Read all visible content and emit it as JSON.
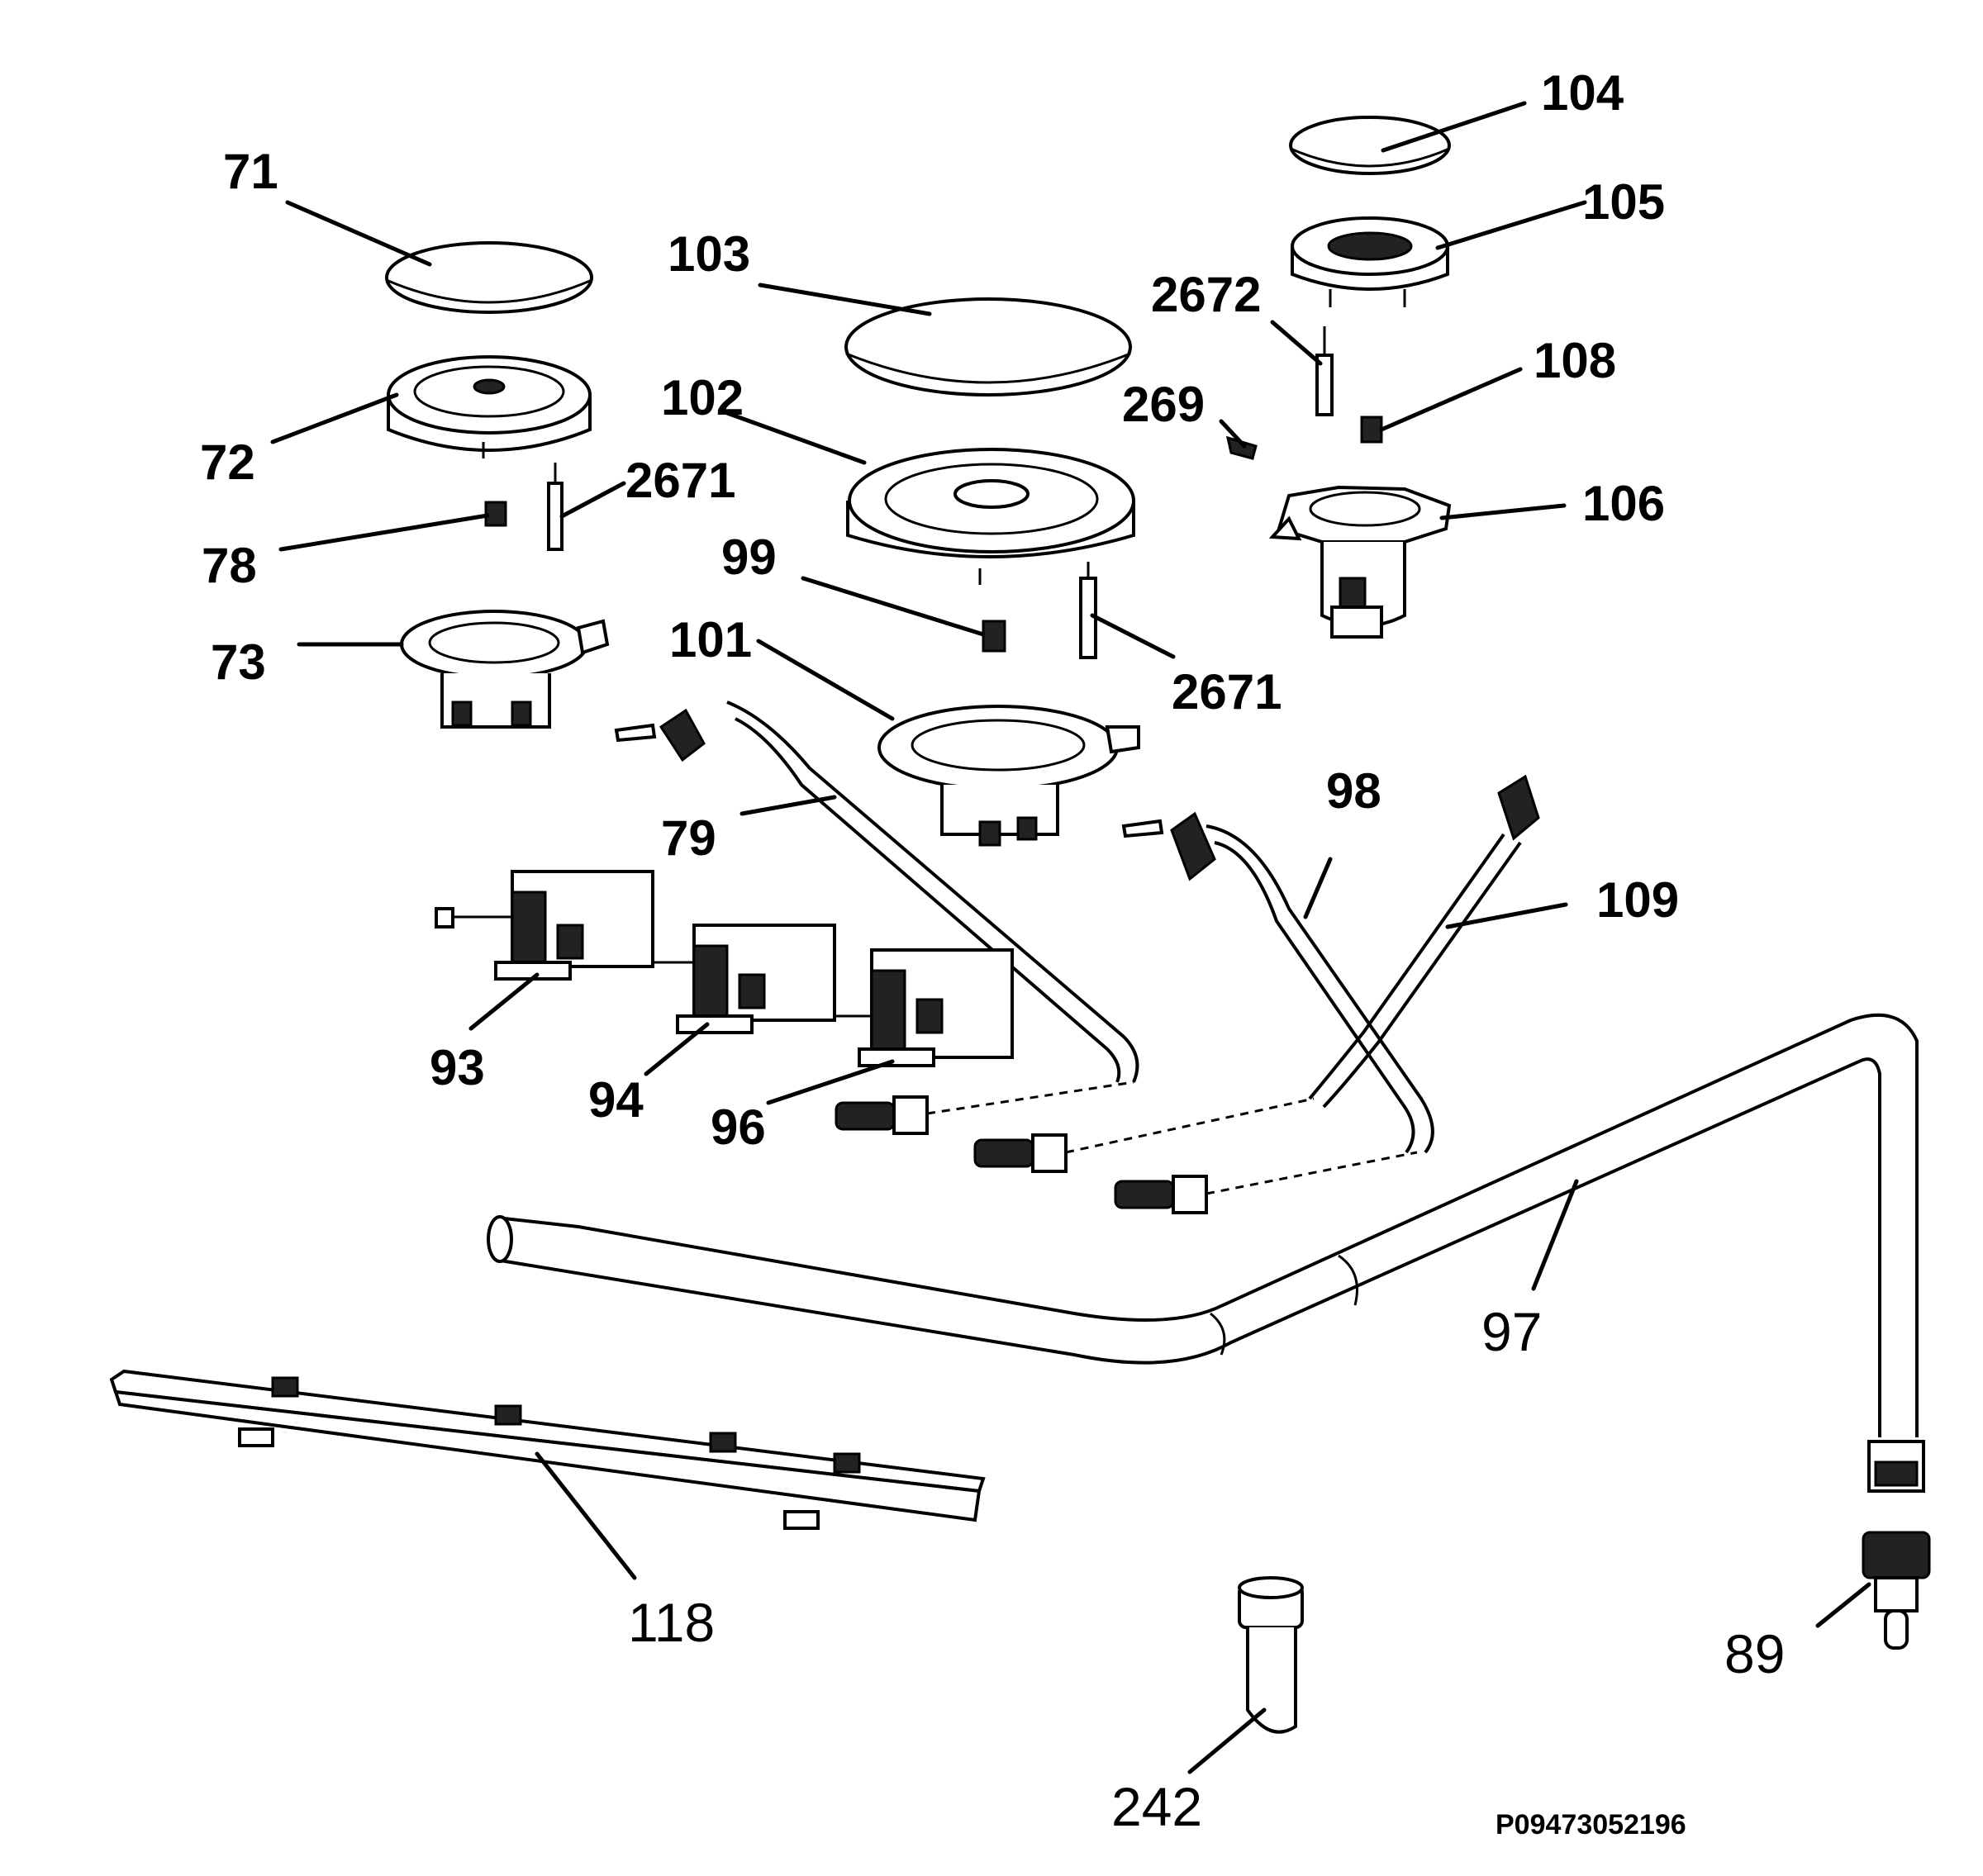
{
  "diagram": {
    "labels": {
      "p71": "71",
      "p72": "72",
      "p78": "78",
      "p2671a": "2671",
      "p73": "73",
      "p103": "103",
      "p102": "102",
      "p99": "99",
      "p2671b": "2671",
      "p101": "101",
      "p79": "79",
      "p104": "104",
      "p105": "105",
      "p2672": "2672",
      "p269": "269",
      "p108": "108",
      "p106": "106",
      "p98": "98",
      "p109": "109",
      "p93": "93",
      "p94": "94",
      "p96": "96",
      "p97": "97",
      "p118": "118",
      "p242": "242",
      "p89": "89"
    },
    "document_number": "P09473052196"
  }
}
